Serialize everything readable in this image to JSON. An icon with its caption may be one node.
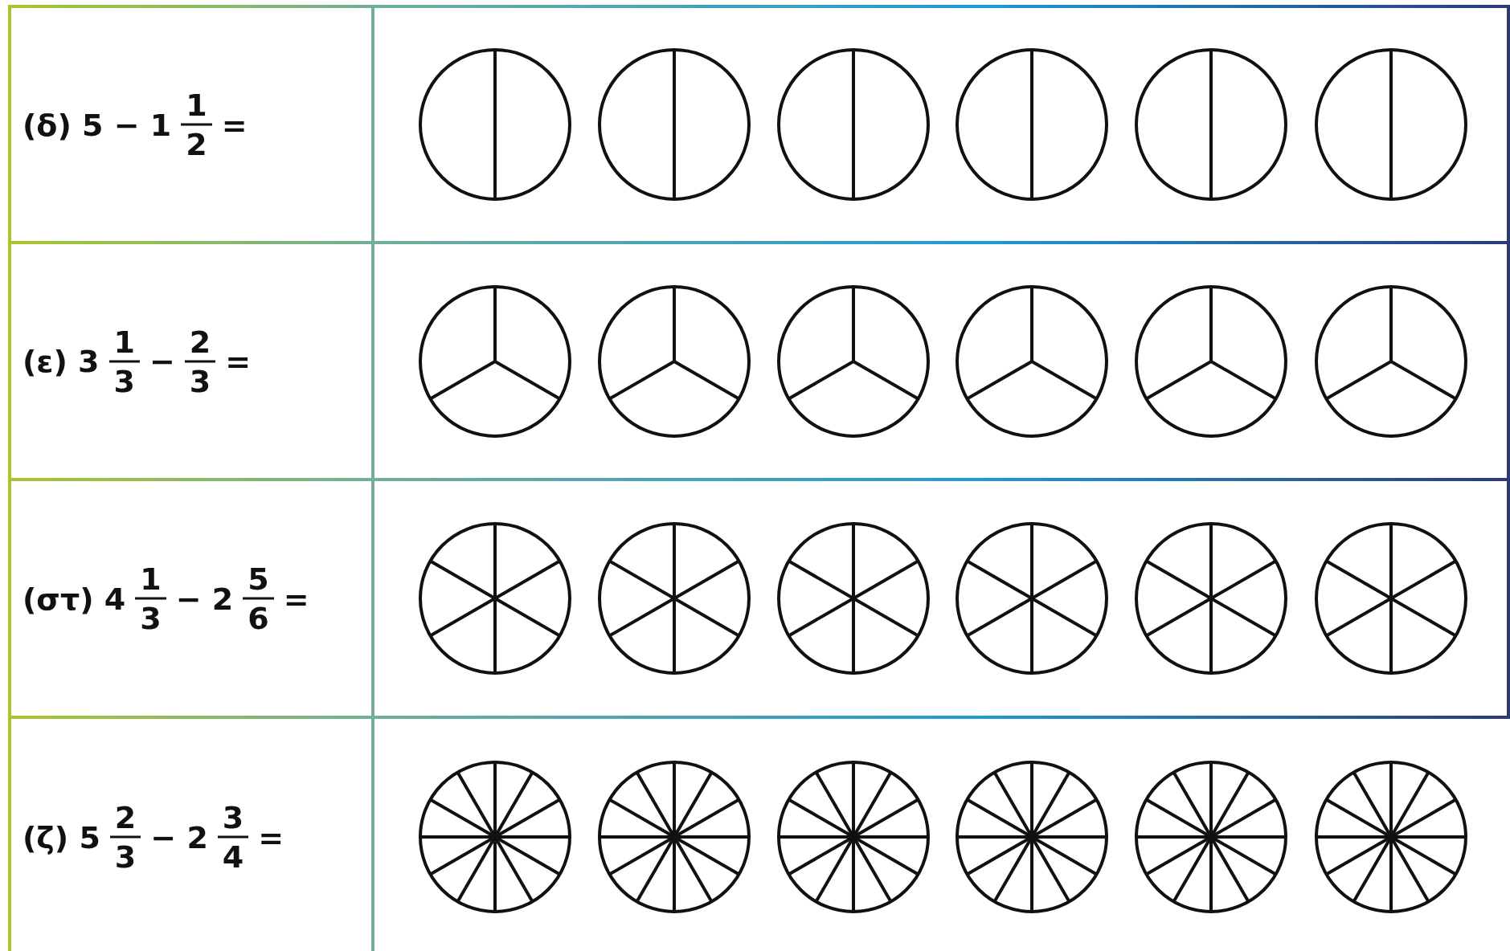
{
  "diagram": {
    "labels": [
      "(δ) 5 − 1",
      "1",
      "2",
      "=",
      "(ε) 3",
      "1",
      "3",
      "−",
      "2",
      "3",
      "=",
      "(στ) 4",
      "1",
      "3",
      "− 2",
      "5",
      "6",
      "=",
      "(ζ) 5",
      "2",
      "3",
      "− 2",
      "3",
      "4",
      "="
    ]
  }
}
